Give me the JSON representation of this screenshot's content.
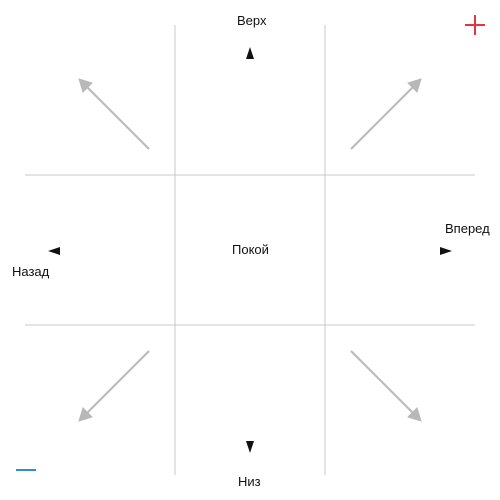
{
  "labels": {
    "up": "Верх",
    "down": "Низ",
    "forward": "Вперед",
    "back": "Назад",
    "rest": "Покой"
  },
  "controls": {
    "plus_icon": "plus-icon",
    "minus_icon": "minus-icon",
    "plus_color": "#e8323c",
    "minus_color": "#2b8fd6"
  },
  "colors": {
    "grid": "#c8c8c8",
    "axis_arrow": "#111111",
    "diagonal_arrow": "#b8b8b8"
  }
}
